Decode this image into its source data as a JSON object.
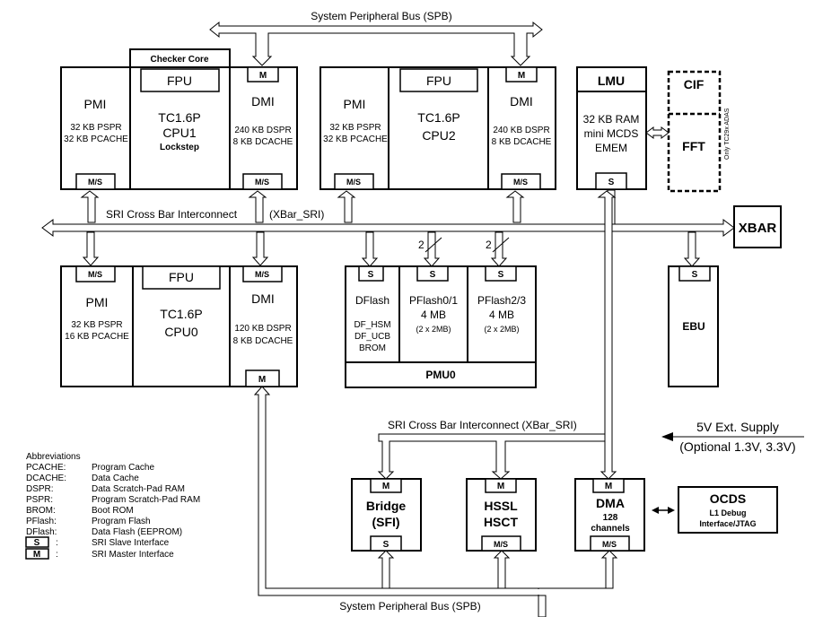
{
  "buses": {
    "spb_top": "System Peripheral Bus (SPB)",
    "spb_bottom": "System Peripheral Bus (SPB)",
    "sri_main_left": "SRI Cross Bar Interconnect",
    "sri_main_right": "(XBar_SRI)",
    "sri_lower": "SRI Cross Bar Interconnect (XBar_SRI)",
    "xbar": "XBAR"
  },
  "port_labels": {
    "master": "M",
    "slave": "S",
    "master_slave": "M/S"
  },
  "cpu1": {
    "checker": "Checker Core",
    "pmi_title": "PMI",
    "pmi_line1": "32 KB PSPR",
    "pmi_line2": "32 KB PCACHE",
    "fpu": "FPU",
    "core_line1": "TC1.6P",
    "core_line2": "CPU1",
    "core_line3": "Lockstep",
    "dmi_title": "DMI",
    "dmi_line1": "240 KB DSPR",
    "dmi_line2": "8 KB DCACHE"
  },
  "cpu2": {
    "pmi_title": "PMI",
    "pmi_line1": "32 KB PSPR",
    "pmi_line2": "32 KB PCACHE",
    "fpu": "FPU",
    "core_line1": "TC1.6P",
    "core_line2": "CPU2",
    "dmi_title": "DMI",
    "dmi_line1": "240 KB DSPR",
    "dmi_line2": "8 KB DCACHE"
  },
  "cpu0": {
    "pmi_title": "PMI",
    "pmi_line1": "32 KB PSPR",
    "pmi_line2": "16 KB PCACHE",
    "fpu": "FPU",
    "core_line1": "TC1.6P",
    "core_line2": "CPU0",
    "dmi_title": "DMI",
    "dmi_line1": "120 KB DSPR",
    "dmi_line2": "8 KB DCACHE"
  },
  "lmu": {
    "title": "LMU",
    "line1": "32 KB RAM",
    "line2": "mini MCDS",
    "line3": "EMEM"
  },
  "cif": {
    "title": "CIF",
    "fft": "FFT",
    "note": "Only TC29x ADAS"
  },
  "pmu": {
    "dflash": "DFlash",
    "df_hsm": "DF_HSM",
    "df_ucb": "DF_UCB",
    "brom": "BROM",
    "pf01": "PFlash0/1",
    "pf01_size": "4 MB",
    "pf01_split": "(2 x 2MB)",
    "pf23": "PFlash2/3",
    "pf23_size": "4 MB",
    "pf23_split": "(2 x 2MB)",
    "width1": "2",
    "width2": "2",
    "title": "PMU0"
  },
  "ebu": {
    "title": "EBU"
  },
  "supply": {
    "line1": "5V Ext. Supply",
    "line2": "(Optional 1.3V, 3.3V)"
  },
  "bridge": {
    "line1": "Bridge",
    "line2": "(SFI)"
  },
  "hssl": {
    "line1": "HSSL",
    "line2": "HSCT"
  },
  "dma": {
    "line1": "DMA",
    "line2": "128",
    "line3": "channels"
  },
  "ocds": {
    "title": "OCDS",
    "line1": "L1 Debug",
    "line2": "Interface/JTAG"
  },
  "abbreviations": {
    "title": "Abbreviations",
    "items": [
      {
        "key": "PCACHE:",
        "value": "Program Cache"
      },
      {
        "key": "DCACHE:",
        "value": "Data Cache"
      },
      {
        "key": "DSPR:",
        "value": "Data Scratch-Pad RAM"
      },
      {
        "key": "PSPR:",
        "value": "Program Scratch-Pad RAM"
      },
      {
        "key": "BROM:",
        "value": "Boot ROM"
      },
      {
        "key": "PFlash:",
        "value": "Program Flash"
      },
      {
        "key": "DFlash:",
        "value": "Data Flash (EEPROM)"
      }
    ],
    "slave_key": "S",
    "slave_sep": ":",
    "slave_desc": "SRI Slave Interface",
    "master_key": "M",
    "master_sep": ":",
    "master_desc": "SRI Master Interface"
  }
}
